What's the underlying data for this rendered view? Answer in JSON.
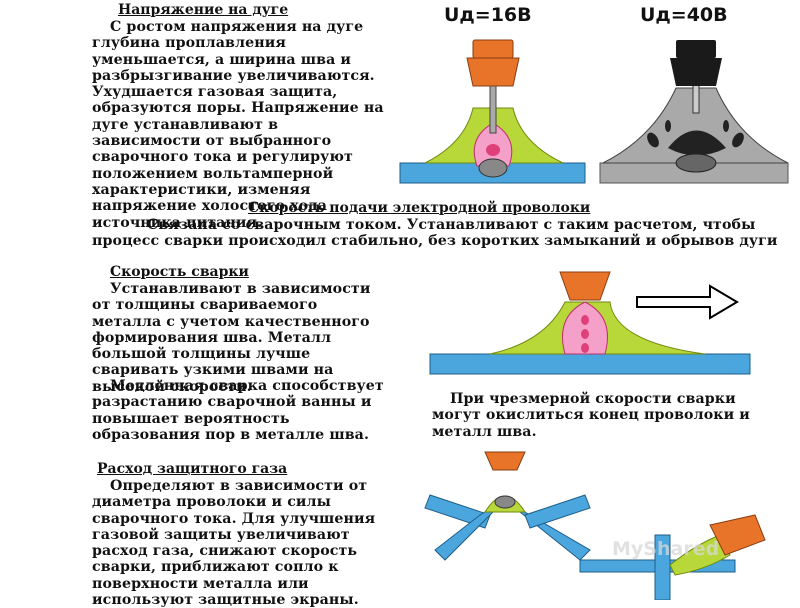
{
  "section1": {
    "heading": "Напряжение на дуге",
    "text": "С ростом напряжения на дуге глубина проплавления уменьшается, а ширина шва и разбрызгивание увеличиваются. Ухудшается газовая защита, образуются поры. Напряжение на дуге устанавливают в зависимости от выбранного сварочного тока и регулируют положением вольтамперной характеристики, изменяя напряжение холостого хода источника питания.",
    "voltage_low": "Uд=16В",
    "voltage_high": "Uд=40В"
  },
  "section2": {
    "heading": "Скорость подачи электродной проволоки",
    "text": "Связана со сварочным током. Устанавливают с таким расчетом, чтобы процесс сварки происходил стабильно, без коротких замыканий и обрывов дуги"
  },
  "section3": {
    "heading": "Скорость сварки",
    "text1": "Устанавливают в зависимости от толщины свариваемого металла с учетом качественного формирования шва. Металл большой толщины лучше сваривать узкими швами на высокой скорости.",
    "text2": "Медленная сварка способствует разрастанию сварочной ванны и повышает вероятность образования пор в металле шва.",
    "caption": "При чрезмерной скорости сварки могут окислиться конец проволоки и металл шва."
  },
  "section4": {
    "heading": "Расход защитного газа",
    "text": "Определяют в зависимости от диаметра проволоки и силы сварочного тока. Для улучшения газовой защиты увеличивают расход газа, снижают скорость сварки, приближают сопло к поверхности металла или используют защитные экраны."
  },
  "watermark": "MyShared",
  "colors": {
    "nozzle_orange": "#e8742a",
    "nozzle_black": "#1a1a1a",
    "gas_green": "#b8d83a",
    "arc_pink": "#f4a0c8",
    "plate_blue": "#4aa6dc",
    "gas_gray": "#a9a9a9"
  }
}
